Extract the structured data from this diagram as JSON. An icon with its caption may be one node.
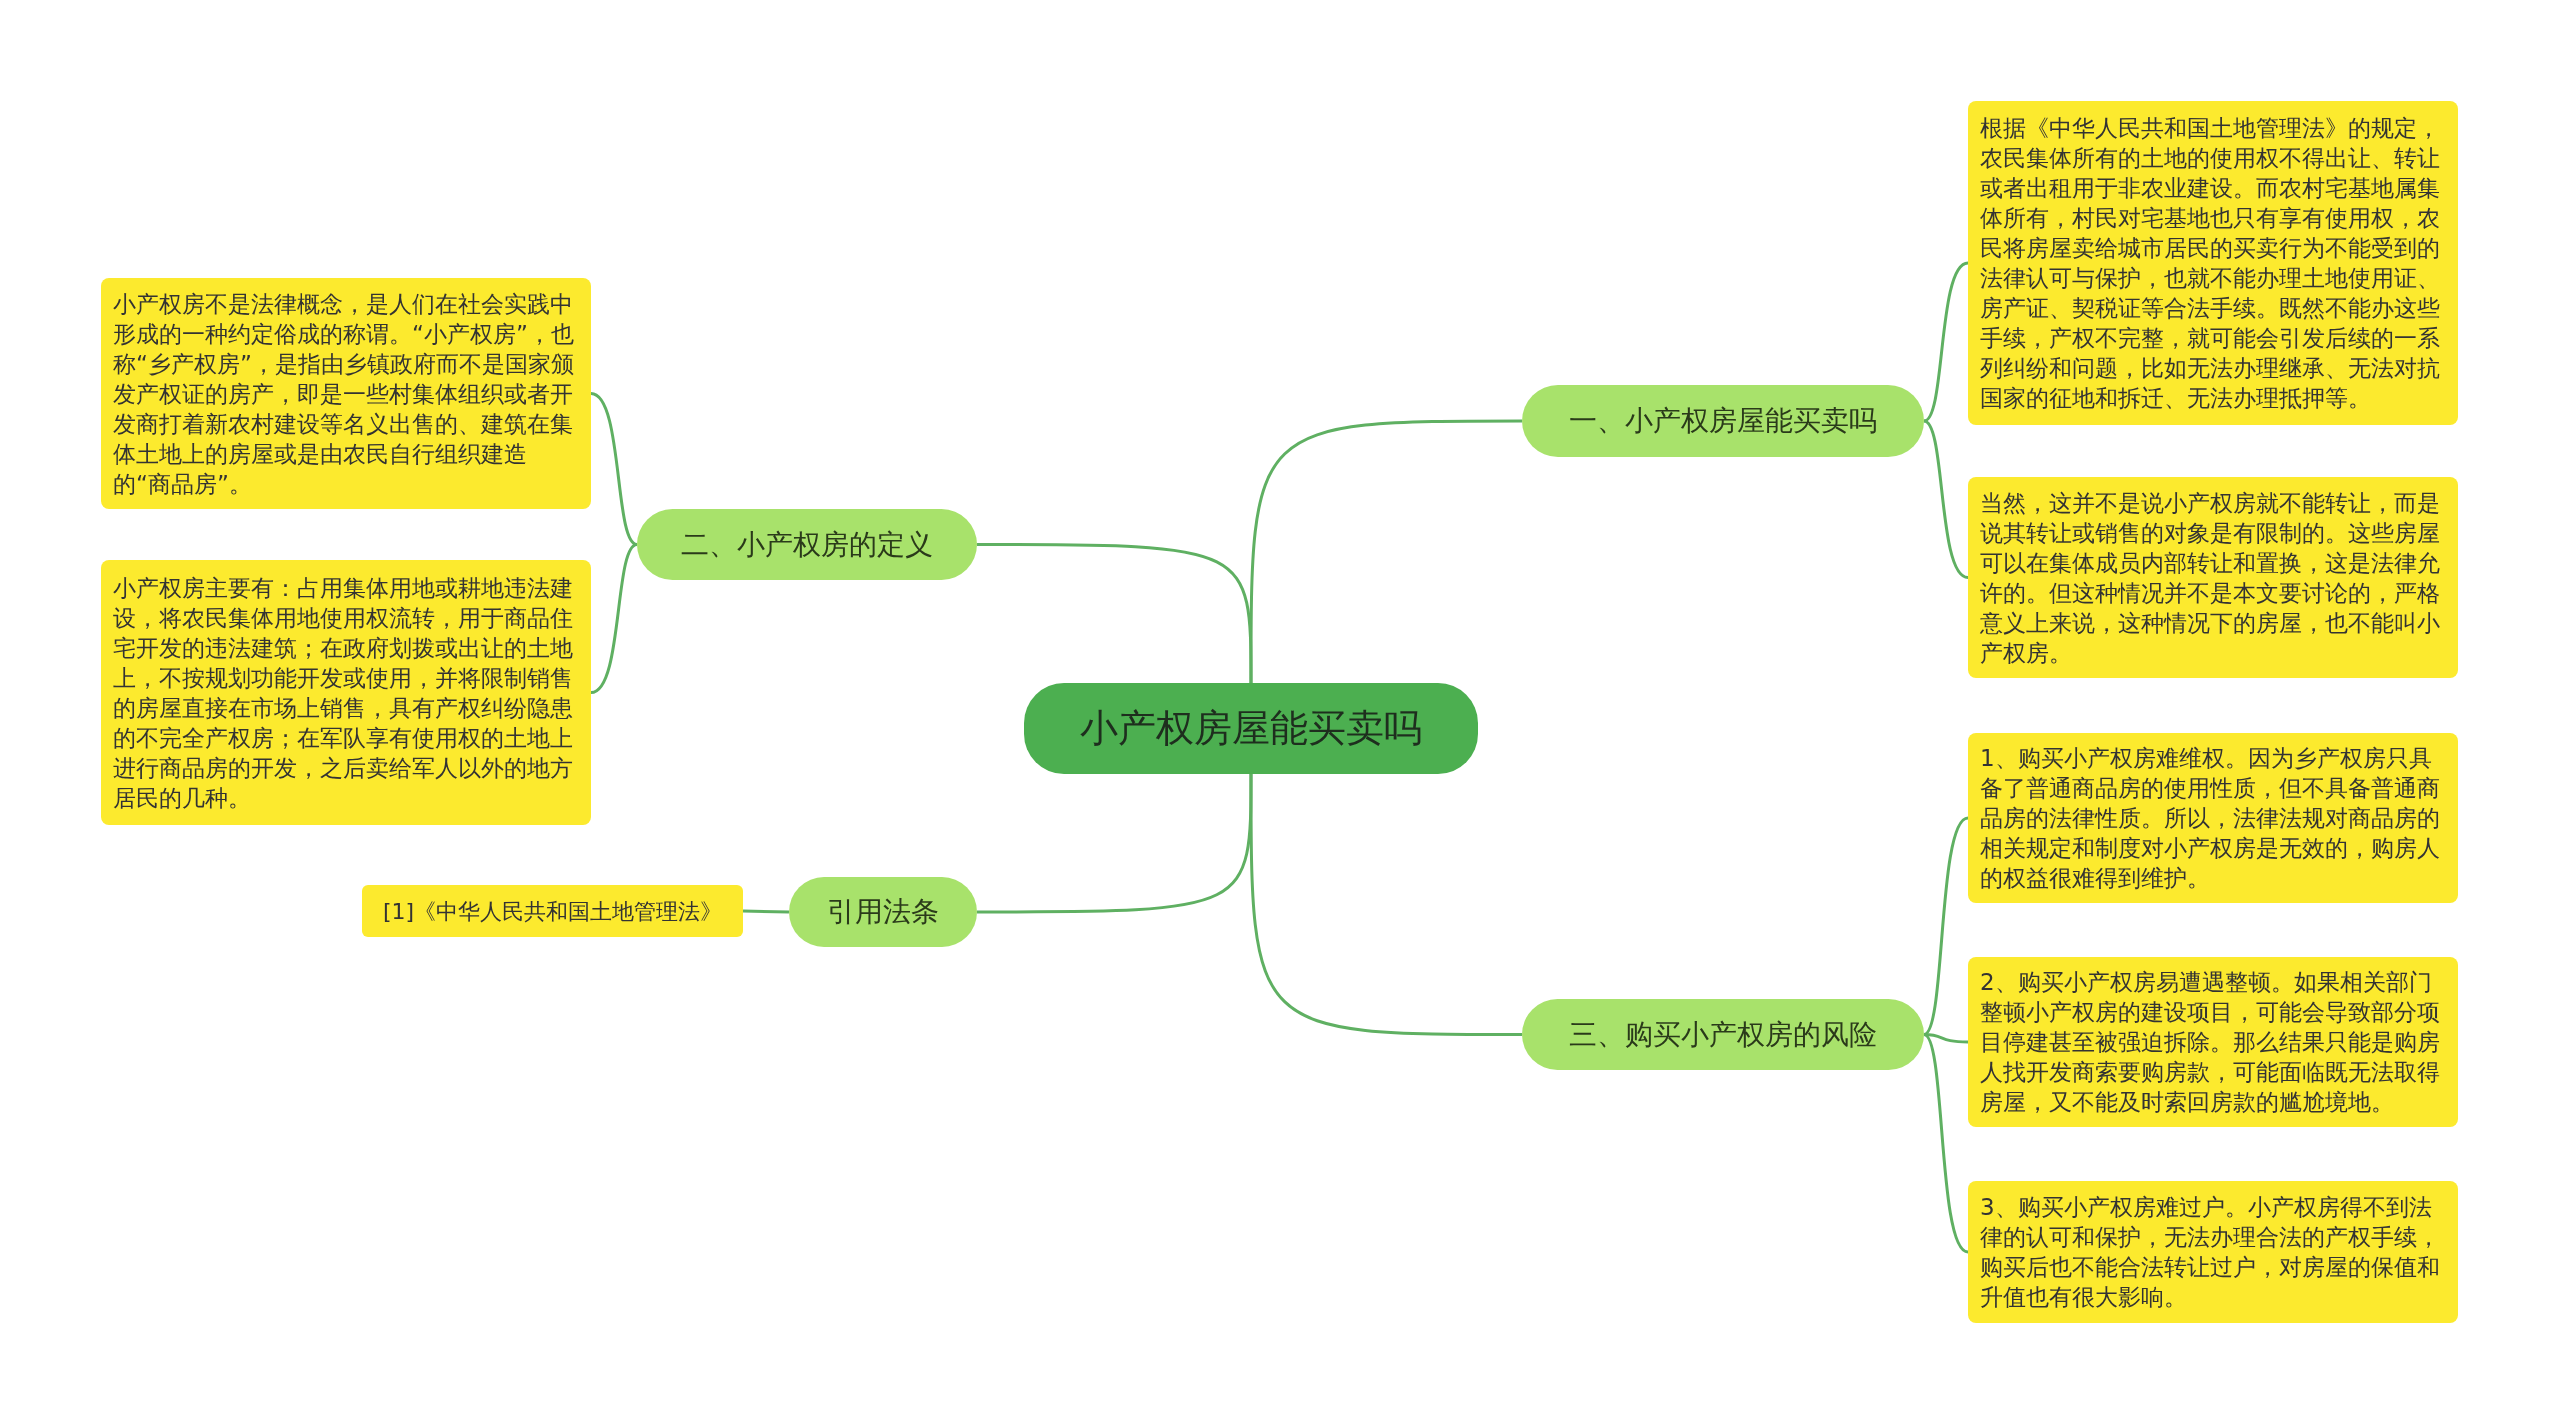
{
  "diagram": {
    "nodes": [
      {
        "text": [
          "小产权房屋能买卖吗"
        ]
      },
      {
        "text": [
          "一、小产权房屋能买卖吗"
        ]
      },
      {
        "text": [
          "根据《中华人民共和国土地管理法》的规定，农民集体所有的土地的使用权不得出让、转让或者出租用于非农业建设。而农村宅基地属集体所有，村民对宅基地也只有享有使用权，农民将房屋卖给城市居民的买卖行为不能受到的法律认可与保护，也就不能办理土地使用证、房产证、契税证等合法手续。既然不能办这些手续，产权不完整，就可能会引发后续的一系列纠纷和问题，比如无法办理继承、无法对抗国家的征地和拆迁、无法办理抵押等。"
        ]
      },
      {
        "text": [
          "当然，这并不是说小产权房就不能转让，而是说其转让或销售的对象是有限制的。这些房屋可以在集体成员内部转让和置换，这是法律允许的。但这种情况并不是本文要讨论的，严格意义上来说，这种情况下的房屋，也不能叫小产权房。"
        ]
      },
      {
        "text": [
          "二、小产权房的定义"
        ]
      },
      {
        "text": [
          "小产权房不是法律概念，是人们在社会实践中形成的一种约定俗成的称谓。“小产权房”，也称“乡产权房”，是指由乡镇政府而不是国家颁发产权证的房产，即是一些村集体组织或者开发商打着新农村建设等名义出售的、建筑在集体土地上的房屋或是由农民自行组织建造的“商品房”。"
        ]
      },
      {
        "text": [
          "小产权房主要有：占用集体用地或耕地违法建设，将农民集体用地使用权流转，用于商品住宅开发的违法建筑；在政府划拨或出让的土地上，不按规划功能开发或使用，并将限制销售的房屋直接在市场上销售，具有产权纠纷隐患的不完全产权房；在军队享有使用权的土地上进行商品房的开发，之后卖给军人以外的地方居民的几种。"
        ]
      },
      {
        "text": [
          "三、购买小产权房的风险"
        ]
      },
      {
        "text": [
          "1、购买小产权房难维权。因为乡产权房只具备了普通商品房的使用性质，但不具备普通商品房的法律性质。所以，法律法规对商品房的相关规定和制度对小产权房是无效的，购房人的权益很难得到维护。"
        ]
      },
      {
        "text": [
          "2、购买小产权房易遭遇整顿。如果相关部门整顿小产权房的建设项目，可能会导致部分项目停建甚至被强迫拆除。那么结果只能是购房人找开发商索要购房款，可能面临既无法取得房屋，又不能及时索回房款的尴尬境地。"
        ]
      },
      {
        "text": [
          "3、购买小产权房难过户。小产权房得不到法律的认可和保护，无法办理合法的产权手续，购买后也不能合法转让过户，对房屋的保值和升值也有很大影响。"
        ]
      },
      {
        "text": [
          "引用法条"
        ]
      },
      {
        "text": [
          "[1]《中华人民共和国土地管理法》"
        ]
      }
    ],
    "edges": [
      {
        "from": 0,
        "to": 1,
        "arrow": "none"
      },
      {
        "from": 1,
        "to": 2,
        "arrow": "none"
      },
      {
        "from": 1,
        "to": 3,
        "arrow": "none"
      },
      {
        "from": 0,
        "to": 4,
        "arrow": "none"
      },
      {
        "from": 4,
        "to": 5,
        "arrow": "none"
      },
      {
        "from": 4,
        "to": 6,
        "arrow": "none"
      },
      {
        "from": 0,
        "to": 7,
        "arrow": "none"
      },
      {
        "from": 7,
        "to": 8,
        "arrow": "none"
      },
      {
        "from": 7,
        "to": 9,
        "arrow": "none"
      },
      {
        "from": 7,
        "to": 10,
        "arrow": "none"
      },
      {
        "from": 0,
        "to": 11,
        "arrow": "none"
      },
      {
        "from": 11,
        "to": 12,
        "arrow": "none"
      }
    ]
  }
}
